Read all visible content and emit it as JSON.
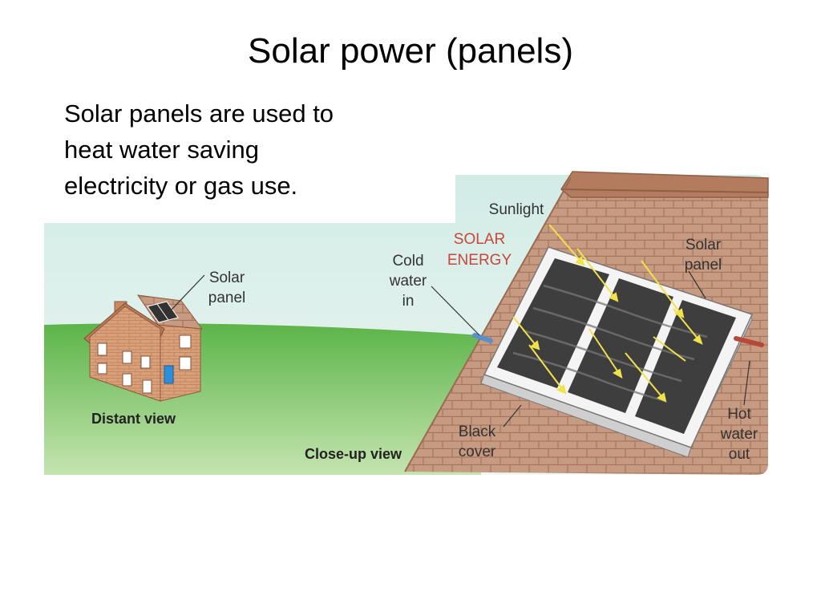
{
  "slide": {
    "title": "Solar power (panels)",
    "body_lines": [
      "Solar panels are used to",
      "heat water saving",
      "electricity or gas use."
    ]
  },
  "diagram": {
    "labels": {
      "sunlight": "Sunlight",
      "solar_energy": [
        "SOLAR",
        "ENERGY"
      ],
      "cold_water_in": [
        "Cold",
        "water",
        "in"
      ],
      "solar_panel_closeup": [
        "Solar",
        "panel"
      ],
      "solar_panel_house": [
        "Solar",
        "panel"
      ],
      "black_cover": [
        "Black",
        "cover"
      ],
      "hot_water_out": [
        "Hot",
        "water",
        "out"
      ],
      "distant_view": "Distant view",
      "closeup_view": "Close-up view"
    },
    "colors": {
      "sky": "#dcefe9",
      "grass": "#6dbb4f",
      "roof_tile": "#c79a82",
      "brick": "#d9a07a",
      "house_roof": "#b97a57",
      "panel_black": "#3d3d3d",
      "frame": "#f2f2f2",
      "sun_arrow": "#f1e24a",
      "cold_pipe": "#5b8fc7",
      "hot_pipe": "#b54a3a",
      "label_red": "#c8463a"
    }
  }
}
